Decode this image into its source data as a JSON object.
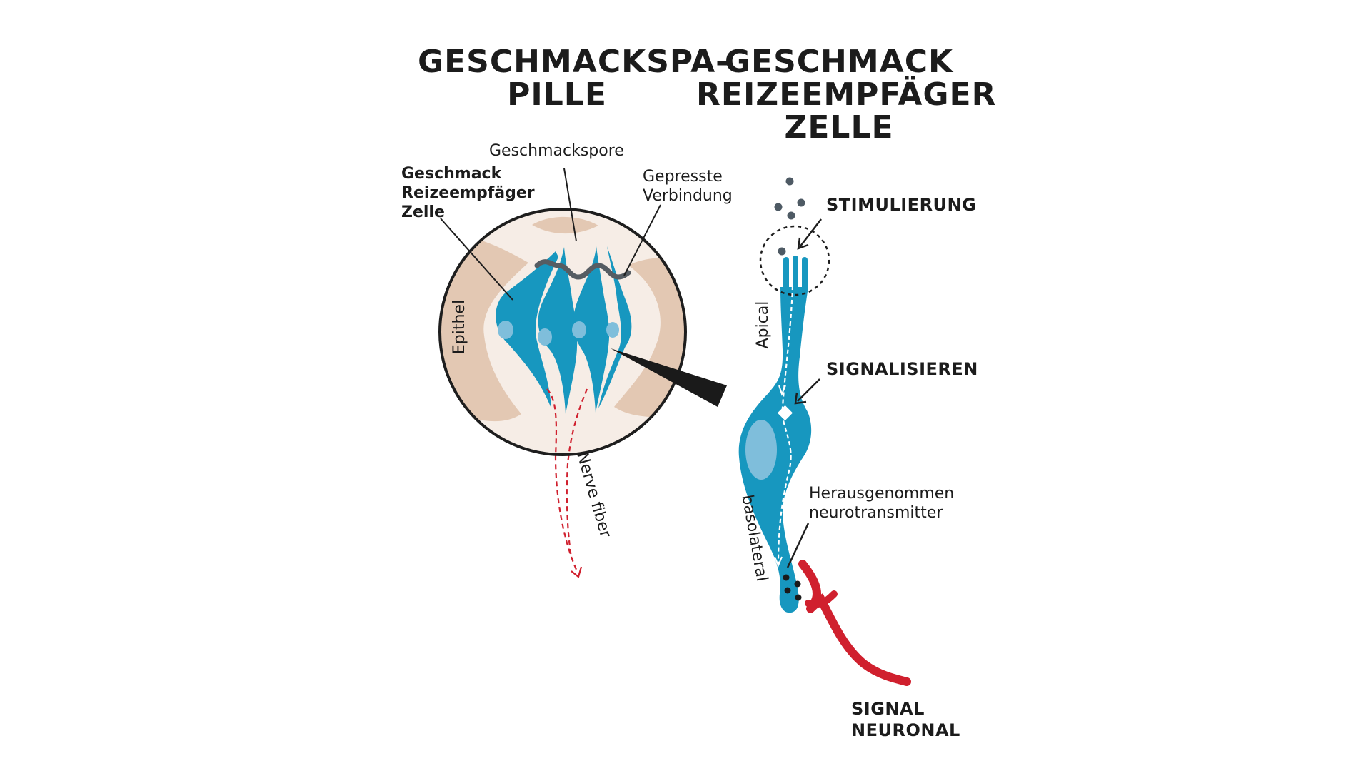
{
  "titles": {
    "papilla": [
      "GESCHMACKSPA-",
      "PILLE"
    ],
    "cell": [
      "GESCHMACK",
      "REIZEEMPFÄGER",
      "ZELLE"
    ]
  },
  "labels": {
    "pore": "Geschmackspore",
    "receptor_cell": [
      "Geschmack",
      "Reizeempfäger",
      "Zelle"
    ],
    "tight_junction": [
      "Gepresste",
      "Verbindung"
    ],
    "epithel": "Epithel",
    "nerve_fiber": "Nerve fiber",
    "apical": "Apical",
    "basolateral": "basolateral",
    "stimulation": "STIMULIERUNG",
    "signaling": "SIGNALISIEREN",
    "neurotransmitter": [
      "Herausgenommen",
      "neurotransmitter"
    ],
    "signal_neuronal": [
      "SIGNAL",
      "NEURONAL"
    ]
  },
  "colors": {
    "cell": "#1797bf",
    "nucleus": "#7fbedb",
    "epithel": "#e3c8b3",
    "papilla_bg": "#f6ede6",
    "junction": "#565d63",
    "nerve": "#d0202e",
    "outline": "#1e1e1e"
  }
}
